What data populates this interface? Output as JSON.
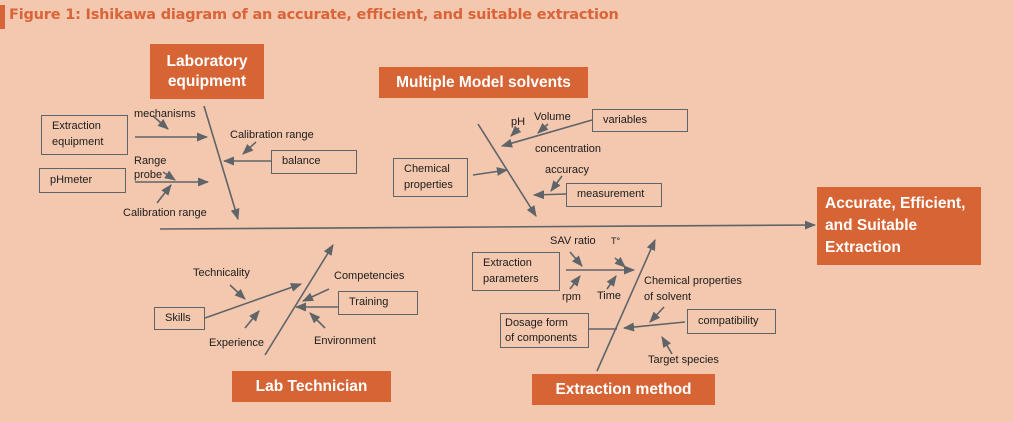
{
  "figure": {
    "title": "Figure 1: Ishikawa diagram of an accurate, efficient, and suitable extraction",
    "accent_color": "#d66435",
    "background_color": "#f3c8ae"
  },
  "effect": {
    "line1": "Accurate, Efficient,",
    "line2": "and Suitable",
    "line3": "Extraction"
  },
  "categories": {
    "lab_equipment": {
      "line1": "Laboratory",
      "line2": "equipment",
      "causes": {
        "extraction_equipment": {
          "line1": "Extraction",
          "line2": "equipment"
        },
        "phmeter": "pHmeter",
        "balance": "balance"
      },
      "subcauses": {
        "mechanisms": "mechanisms",
        "range_probe_1": "Range",
        "range_probe_2": "probe",
        "calibration_range_left": "Calibration range",
        "calibration_range_right": "Calibration range"
      }
    },
    "model_solvents": {
      "label": "Multiple Model solvents",
      "causes": {
        "variables": "variables",
        "chemical_properties": {
          "line1": "Chemical",
          "line2": "properties"
        },
        "measurement": "measurement"
      },
      "subcauses": {
        "ph": "pH",
        "volume": "Volume",
        "concentration": "concentration",
        "accuracy": "accuracy"
      }
    },
    "lab_technician": {
      "label": "Lab Technician",
      "causes": {
        "skills": "Skills",
        "training": "Training"
      },
      "subcauses": {
        "technicality": "Technicality",
        "experience": "Experience",
        "competencies": "Competencies",
        "environment": "Environment"
      }
    },
    "extraction_method": {
      "label": "Extraction method",
      "causes": {
        "extraction_parameters": {
          "line1": "Extraction",
          "line2": "parameters"
        },
        "dosage_form": {
          "line1": "Dosage form",
          "line2": "of components"
        },
        "compatibility": "compatibility"
      },
      "subcauses": {
        "sav_ratio": "SAV ratio",
        "temperature": "T°",
        "rpm": "rpm",
        "time": "Time",
        "chem_props_solvent_1": "Chemical properties",
        "chem_props_solvent_2": "of solvent",
        "target_species": "Target species"
      }
    }
  }
}
